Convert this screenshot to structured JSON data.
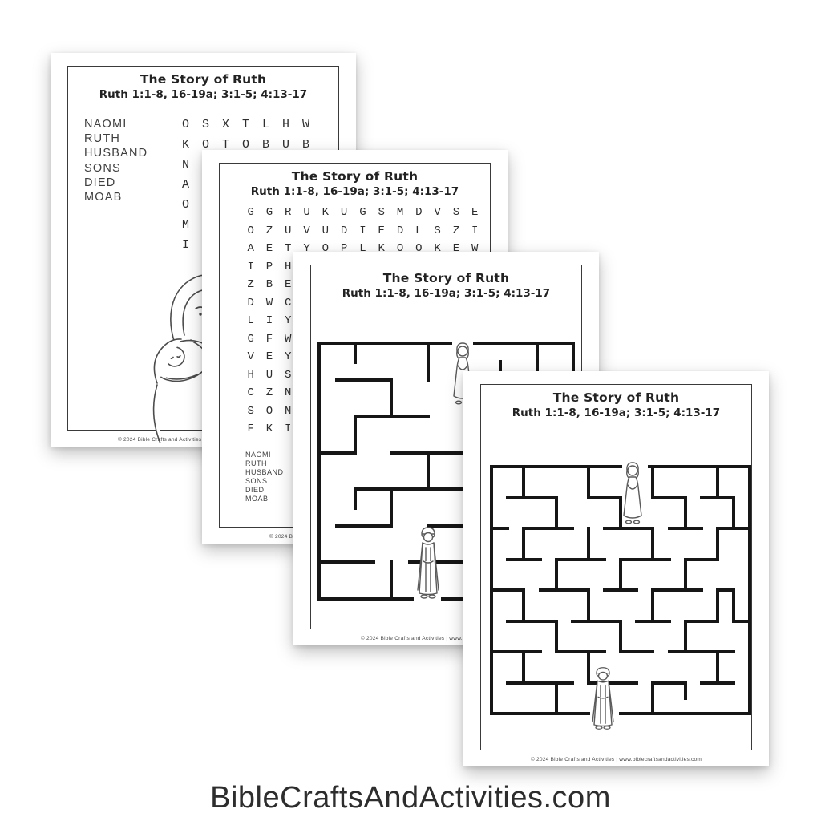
{
  "shared": {
    "title": "The Story of Ruth",
    "subtitle": "Ruth 1:1-8, 16-19a; 3:1-5; 4:13-17",
    "footer": "© 2024 Bible Crafts and Activities | www.biblecraftsandactivities.com",
    "word_list": [
      "NAOMI",
      "RUTH",
      "HUSBAND",
      "SONS",
      "DIED",
      "MOAB"
    ]
  },
  "page1": {
    "grid_rows": [
      "OSXTLHW",
      "KOTOBUB",
      "N",
      "A",
      "O",
      "M",
      "I"
    ]
  },
  "page2": {
    "grid_rows": [
      "GGRUKUGSMDVSE",
      "OZUVUDIEDLSZI",
      "AETYOPLKOOKEW",
      "IPH",
      "ZBE",
      "DWC",
      "LIY",
      "GFW",
      "VEY",
      "HUS",
      "CZN",
      "SON",
      "FKI"
    ]
  },
  "caption": "BibleCraftsAndActivities.com",
  "colors": {
    "page": "#ffffff",
    "border": "#3a3a3a",
    "maze_wall": "#161616",
    "caption_text": "#2d2d2d"
  }
}
